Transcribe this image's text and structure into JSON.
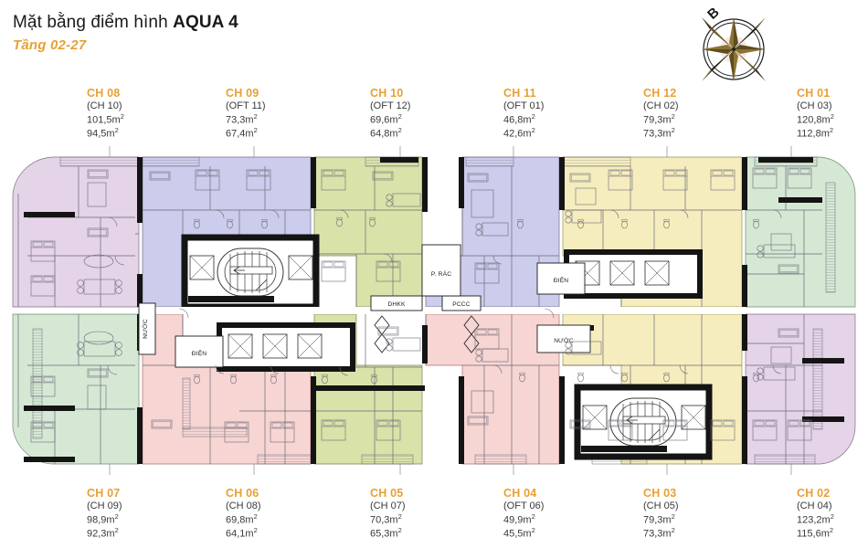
{
  "header": {
    "title_prefix": "Mặt bằng điểm hình ",
    "title_strong": "AQUA 4",
    "subtitle": "Tầng 02-27"
  },
  "compass": {
    "north_label": "B",
    "icon": "compass-rose-icon",
    "star_color": "#8a7432",
    "ring_color": "#1a1a1a"
  },
  "colors": {
    "accent": "#e8a033",
    "text": "#231f20",
    "wall": "#1a1a1a",
    "unit_lavender": "#e5d3e8",
    "unit_periwinkle": "#ccccec",
    "unit_olive": "#d9e2a8",
    "unit_cream": "#f6edbe",
    "unit_green": "#d5e8d4",
    "unit_pink": "#f7d5d2",
    "core_fill": "#ffffff",
    "outline": "#5b5b6b"
  },
  "units_top": [
    {
      "code": "CH 08",
      "alt": "(CH 10)",
      "area_gross": "101,5m",
      "area_net": "94,5m",
      "color": "#e5d3e8"
    },
    {
      "code": "CH 09",
      "alt": "(OFT 11)",
      "area_gross": "73,3m",
      "area_net": "67,4m",
      "color": "#ccccec"
    },
    {
      "code": "CH 10",
      "alt": "(OFT 12)",
      "area_gross": "69,6m",
      "area_net": "64,8m",
      "color": "#d9e2a8"
    },
    {
      "code": "CH 11",
      "alt": "(OFT 01)",
      "area_gross": "46,8m",
      "area_net": "42,6m",
      "color": "#ccccec"
    },
    {
      "code": "CH 12",
      "alt": "(CH 02)",
      "area_gross": "79,3m",
      "area_net": "73,3m",
      "color": "#f6edbe"
    },
    {
      "code": "CH 01",
      "alt": "(CH 03)",
      "area_gross": "120,8m",
      "area_net": "112,8m",
      "color": "#d5e8d4"
    }
  ],
  "units_bottom": [
    {
      "code": "CH 07",
      "alt": "(CH 09)",
      "area_gross": "98,9m",
      "area_net": "92,3m",
      "color": "#d5e8d4"
    },
    {
      "code": "CH 06",
      "alt": "(CH 08)",
      "area_gross": "69,8m",
      "area_net": "64,1m",
      "color": "#f7d5d2"
    },
    {
      "code": "CH 05",
      "alt": "(CH 07)",
      "area_gross": "70,3m",
      "area_net": "65,3m",
      "color": "#d9e2a8"
    },
    {
      "code": "CH 04",
      "alt": "(OFT 06)",
      "area_gross": "49,9m",
      "area_net": "45,5m",
      "color": "#f7d5d2"
    },
    {
      "code": "CH 03",
      "alt": "(CH 05)",
      "area_gross": "79,3m",
      "area_net": "73,3m",
      "color": "#f6edbe"
    },
    {
      "code": "CH 02",
      "alt": "(CH 04)",
      "area_gross": "123,2m",
      "area_net": "115,6m",
      "color": "#e5d3e8"
    }
  ],
  "area_unit_sup": "2",
  "room_tags": {
    "dhkk": "DHKK",
    "pccc": "PCCC",
    "prac": "P. RÁC",
    "dien_left": "ĐIỆN",
    "dien_right": "ĐIỆN",
    "nuoc_left": "NƯỚC",
    "nuoc_right": "NƯỚC"
  }
}
